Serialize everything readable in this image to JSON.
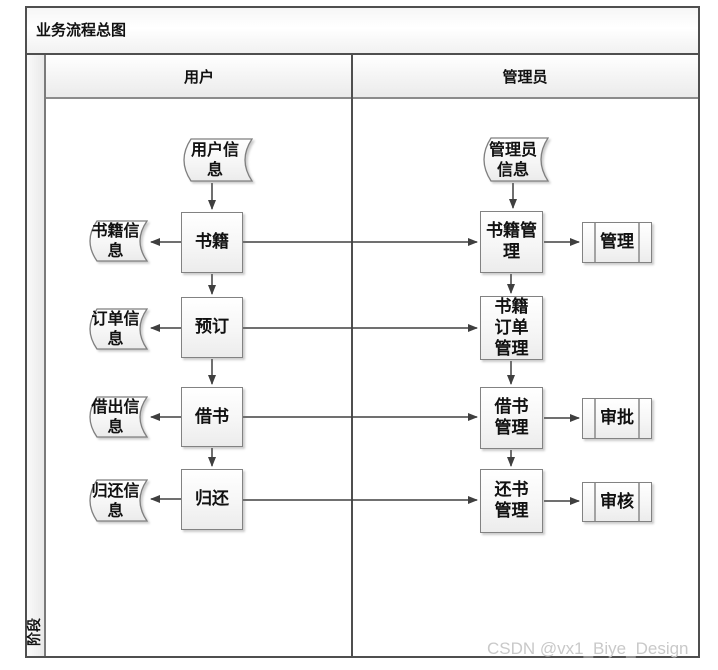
{
  "title": "业务流程总图",
  "lanes": {
    "stage_label": "阶段",
    "user_lane": "用户",
    "admin_lane": "管理员"
  },
  "watermark": "CSDN @vx1_Biye_Design",
  "colors": {
    "frame_border": "#4f4f4f",
    "shape_border": "#828282",
    "connector": "#404040",
    "watermark": "#c9c9c9"
  },
  "nodes": {
    "user_info": {
      "type": "stored-data",
      "lines": [
        "用户信",
        "息"
      ]
    },
    "books": {
      "type": "process",
      "lines": [
        "书籍"
      ]
    },
    "books_info": {
      "type": "stored-data",
      "lines": [
        "书籍信",
        "息"
      ]
    },
    "reserve": {
      "type": "process",
      "lines": [
        "预订"
      ]
    },
    "order_info": {
      "type": "stored-data",
      "lines": [
        "订单信",
        "息"
      ]
    },
    "borrow": {
      "type": "process",
      "lines": [
        "借书"
      ]
    },
    "lend_info": {
      "type": "stored-data",
      "lines": [
        "借出信",
        "息"
      ]
    },
    "return": {
      "type": "process",
      "lines": [
        "归还"
      ]
    },
    "return_info": {
      "type": "stored-data",
      "lines": [
        "归还信",
        "息"
      ]
    },
    "admin_info": {
      "type": "stored-data",
      "lines": [
        "管理员",
        "信息"
      ]
    },
    "books_mgmt": {
      "type": "process",
      "lines": [
        "书籍管",
        "理"
      ]
    },
    "manage": {
      "type": "predefined",
      "lines": [
        "管理"
      ]
    },
    "order_mgmt": {
      "type": "process",
      "lines": [
        "书籍",
        "订单",
        "管理"
      ]
    },
    "borrow_mgmt": {
      "type": "process",
      "lines": [
        "借书",
        "管理"
      ]
    },
    "approve": {
      "type": "predefined",
      "lines": [
        "审批"
      ]
    },
    "return_mgmt": {
      "type": "process",
      "lines": [
        "还书",
        "管理"
      ]
    },
    "review": {
      "type": "predefined",
      "lines": [
        "审核"
      ]
    }
  },
  "edges": [
    {
      "from": "user_info",
      "to": "books"
    },
    {
      "from": "books",
      "to": "books_info"
    },
    {
      "from": "books",
      "to": "books_mgmt"
    },
    {
      "from": "books",
      "to": "reserve"
    },
    {
      "from": "reserve",
      "to": "order_info"
    },
    {
      "from": "reserve",
      "to": "order_mgmt"
    },
    {
      "from": "reserve",
      "to": "borrow"
    },
    {
      "from": "borrow",
      "to": "lend_info"
    },
    {
      "from": "borrow",
      "to": "borrow_mgmt"
    },
    {
      "from": "borrow",
      "to": "return"
    },
    {
      "from": "return",
      "to": "return_info"
    },
    {
      "from": "return",
      "to": "return_mgmt"
    },
    {
      "from": "admin_info",
      "to": "books_mgmt"
    },
    {
      "from": "books_mgmt",
      "to": "manage"
    },
    {
      "from": "books_mgmt",
      "to": "order_mgmt"
    },
    {
      "from": "order_mgmt",
      "to": "borrow_mgmt"
    },
    {
      "from": "borrow_mgmt",
      "to": "approve"
    },
    {
      "from": "borrow_mgmt",
      "to": "return_mgmt"
    },
    {
      "from": "return_mgmt",
      "to": "review"
    }
  ]
}
